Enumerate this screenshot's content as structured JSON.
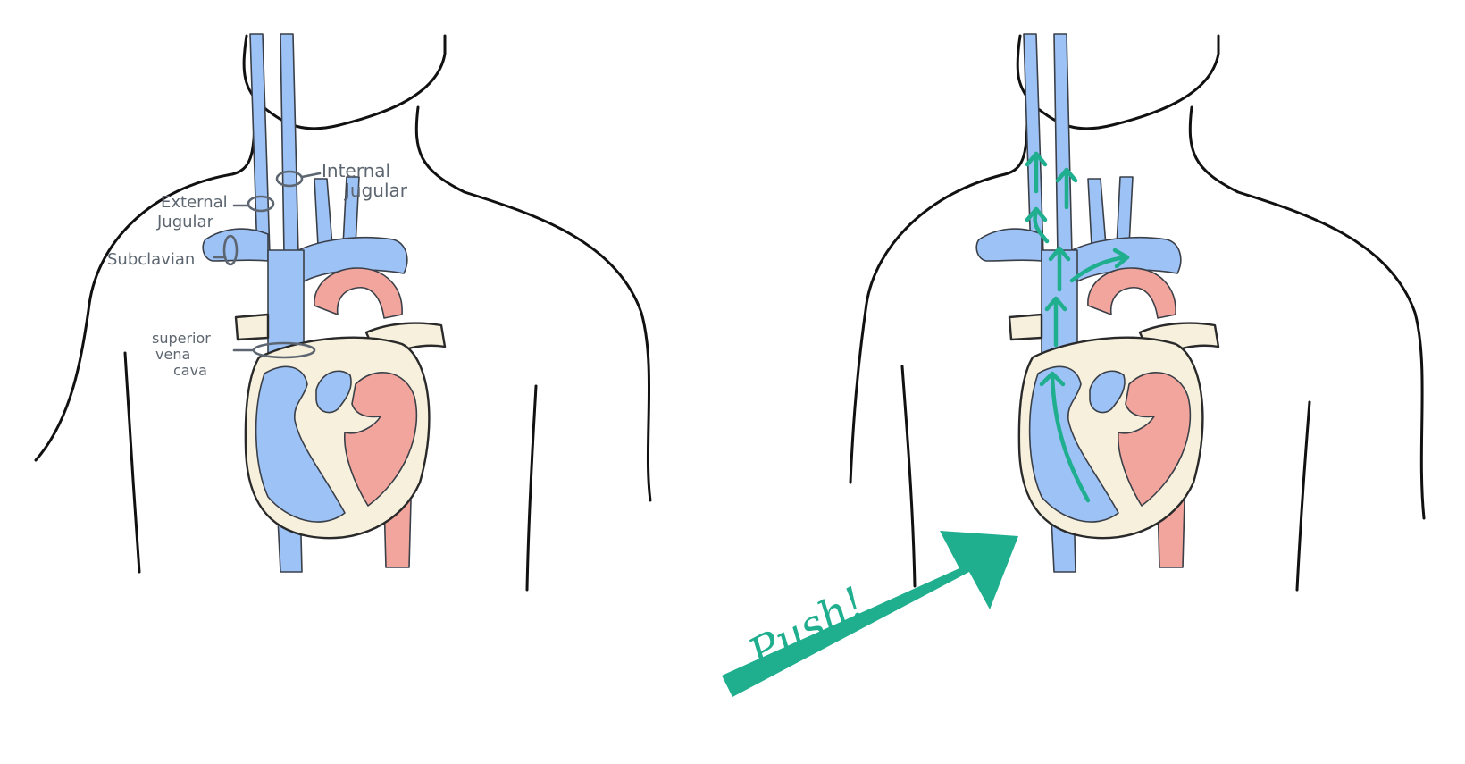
{
  "labels": {
    "internal_jugular": [
      "Internal",
      "Jugular"
    ],
    "external_jugular": [
      "External",
      "Jugular"
    ],
    "subclavian": "Subclavian",
    "superior_vena_cava": [
      "superior",
      "vena",
      "cava"
    ]
  },
  "push_label": "Push!",
  "colors": {
    "vein": "#9dc2f6",
    "artery": "#f1a59c",
    "heart_wall": "#f6f0dc",
    "flow_arrows": "#1fae8e",
    "outline": "#111111",
    "label_ink": "#5d6670"
  }
}
